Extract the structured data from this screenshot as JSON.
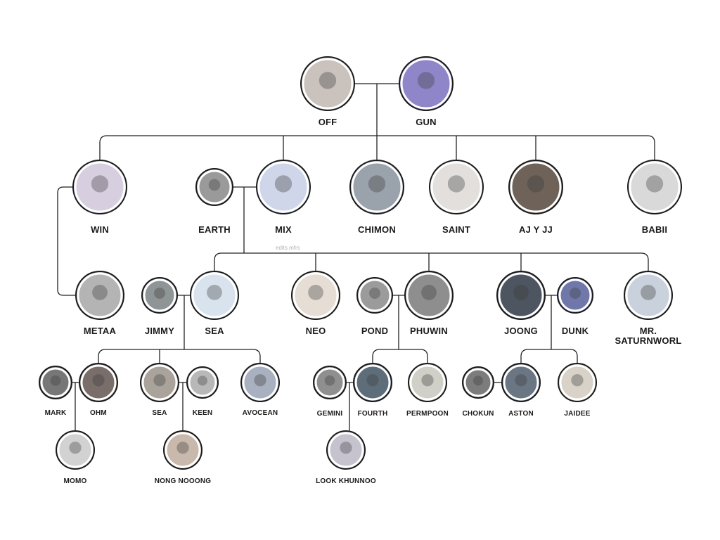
{
  "watermark": "edits.mfrs",
  "colors": {
    "line": "#222222",
    "label": "#1a1a1a",
    "ring": "#1a1a1a"
  },
  "members": [
    {
      "id": "off",
      "label": "OFF"
    },
    {
      "id": "gun",
      "label": "GUN"
    },
    {
      "id": "win",
      "label": "WIN"
    },
    {
      "id": "earth",
      "label": "EARTH"
    },
    {
      "id": "mix",
      "label": "MIX"
    },
    {
      "id": "chimon",
      "label": "CHIMON"
    },
    {
      "id": "saint",
      "label": "SAINT"
    },
    {
      "id": "ajjj",
      "label": "AJ Y JJ"
    },
    {
      "id": "babii",
      "label": "BABII"
    },
    {
      "id": "metaa",
      "label": "METAA"
    },
    {
      "id": "jimmy",
      "label": "JIMMY"
    },
    {
      "id": "sea1",
      "label": "SEA"
    },
    {
      "id": "neo",
      "label": "NEO"
    },
    {
      "id": "pond",
      "label": "POND"
    },
    {
      "id": "phuwin",
      "label": "PHUWIN"
    },
    {
      "id": "joong",
      "label": "JOONG"
    },
    {
      "id": "dunk",
      "label": "DUNK"
    },
    {
      "id": "saturn",
      "label": "MR. SATURNWORL"
    },
    {
      "id": "mark",
      "label": "MARK"
    },
    {
      "id": "ohm",
      "label": "OHM"
    },
    {
      "id": "sea2",
      "label": "SEA"
    },
    {
      "id": "keen",
      "label": "KEEN"
    },
    {
      "id": "avocean",
      "label": "AVOCEAN"
    },
    {
      "id": "gemini",
      "label": "GEMINI"
    },
    {
      "id": "fourth",
      "label": "FOURTH"
    },
    {
      "id": "permpoon",
      "label": "PERMPOON"
    },
    {
      "id": "chokun",
      "label": "CHOKUN"
    },
    {
      "id": "aston",
      "label": "ASTON"
    },
    {
      "id": "jaidee",
      "label": "JAIDEE"
    },
    {
      "id": "momo",
      "label": "MOMO"
    },
    {
      "id": "nongnooong",
      "label": "NONG NOOONG"
    },
    {
      "id": "lookkhunnoo",
      "label": "LOOK KHUNNOO"
    }
  ]
}
